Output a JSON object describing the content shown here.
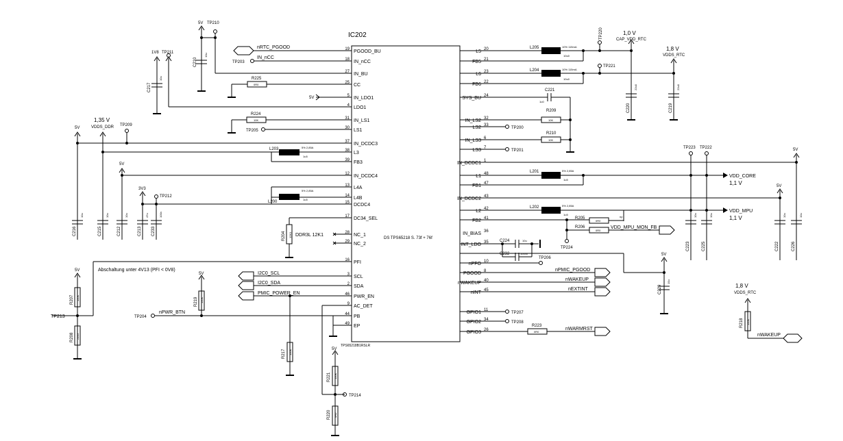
{
  "ic": {
    "ref": "IC202",
    "desc": "DS TPS65218 S. 73f + 76f",
    "part": "TPS65218B1RSLR",
    "left_pins": [
      {
        "num": "19",
        "name": "PGOOD_BU"
      },
      {
        "num": "18",
        "name": "IN_nCC"
      },
      {
        "num": "27",
        "name": "IN_BU"
      },
      {
        "num": "25",
        "name": "CC"
      },
      {
        "num": "5",
        "name": "IN_LDO1"
      },
      {
        "num": "4",
        "name": "LDO1"
      },
      {
        "num": "31",
        "name": "IN_LS1"
      },
      {
        "num": "30",
        "name": "LS1"
      },
      {
        "num": "37",
        "name": "IN_DCDC3"
      },
      {
        "num": "38",
        "name": "L3"
      },
      {
        "num": "39",
        "name": "FB3"
      },
      {
        "num": "12",
        "name": "IN_DCDC4"
      },
      {
        "num": "13",
        "name": "L4A"
      },
      {
        "num": "14",
        "name": "L4B"
      },
      {
        "num": "15",
        "name": "DCDC4"
      },
      {
        "num": "17",
        "name": "DC34_SEL"
      },
      {
        "num": "28",
        "name": "NC_1"
      },
      {
        "num": "29",
        "name": "NC_2"
      },
      {
        "num": "16",
        "name": "PFI"
      },
      {
        "num": "3",
        "name": "SCL"
      },
      {
        "num": "2",
        "name": "SDA"
      },
      {
        "num": "46",
        "name": "PWR_EN"
      },
      {
        "num": "9",
        "name": "AC_DET"
      },
      {
        "num": "44",
        "name": "PB"
      },
      {
        "num": "49",
        "name": "EP"
      }
    ],
    "right_pins": [
      {
        "num": "20",
        "name": "L5"
      },
      {
        "num": "21",
        "name": "FB5"
      },
      {
        "num": "23",
        "name": "L6"
      },
      {
        "num": "22",
        "name": "FB6"
      },
      {
        "num": "24",
        "name": "SYS_BU"
      },
      {
        "num": "32",
        "name": "IN_LS2"
      },
      {
        "num": "33",
        "name": "LS2"
      },
      {
        "num": "6",
        "name": "IN_LS3"
      },
      {
        "num": "7",
        "name": "LS3"
      },
      {
        "num": "1",
        "name": "IN_DCDC1"
      },
      {
        "num": "48",
        "name": "L1"
      },
      {
        "num": "47",
        "name": "FB1"
      },
      {
        "num": "43",
        "name": "IN_DCDC2"
      },
      {
        "num": "42",
        "name": "L2"
      },
      {
        "num": "41",
        "name": "FB2"
      },
      {
        "num": "36",
        "name": "IN_BIAS"
      },
      {
        "num": "35",
        "name": "INT_LDO"
      },
      {
        "num": "10",
        "name": "nPFO"
      },
      {
        "num": "8",
        "name": "PGOOD"
      },
      {
        "num": "40",
        "name": "nWAKEUP"
      },
      {
        "num": "45",
        "name": "nINT"
      },
      {
        "num": "11",
        "name": "GPIO1"
      },
      {
        "num": "34",
        "name": "GPIO2"
      },
      {
        "num": "26",
        "name": "GPIO3"
      }
    ]
  },
  "nets": {
    "nrtc_pgood": "nRTC_PGOOD",
    "in_ncc": "IN_nCC",
    "pwr_5v": "5V",
    "i2c_scl": "I2C0_SCL",
    "i2c_sda": "I2C0_SDA",
    "pmic_power_en": "PMIC_POWER_EN",
    "npwr_btn": "nPWR_BTN",
    "npmic_pgood": "nPMIC_PGOOD",
    "nwakeup": "nWAKEUP",
    "nextint": "nEXTINT",
    "nwarmrst": "nWARMRST",
    "vdd_core": "VDD_CORE",
    "vdd_mpu": "VDD_MPU",
    "vdd_mpu_mon_fb": "VDD_MPU_MON_FB",
    "cap_vdd_rtc": "CAP_VDD_RTC",
    "vdds_rtc": "VDDS_RTC",
    "vdds_ddr": "VDDS_DDR",
    "pwr_1v8": "1V8",
    "pwr_3v3": "3V3",
    "ddr3l": "DDR3L 12K1",
    "pfi_note": "Abschaltung unter 4V13 (PFI < 0V8)"
  },
  "voltages": {
    "cap_vdd_rtc": "1,0  V",
    "vdds_rtc": "1,8  V",
    "vdds_ddr": "1,35  V",
    "vdd_core": "1,1  V",
    "vdd_mpu": "1,1  V",
    "vdds_rtc2": "1,8  V"
  },
  "testpoints": {
    "tp210": "TP210",
    "tp211": "TP211",
    "tp203": "TP203",
    "tp205": "TP205",
    "tp209": "TP209",
    "tp212": "TP212",
    "tp213": "TP213",
    "tp204": "TP204",
    "tp214": "TP214",
    "tp220": "TP220",
    "tp221": "TP221",
    "tp200": "TP200",
    "tp201": "TP201",
    "tp223": "TP223",
    "tp222": "TP222",
    "tp224": "TP224",
    "tp206": "TP206",
    "tp207": "TP207",
    "tp208": "TP208"
  },
  "components": {
    "r225": {
      "ref": "R225",
      "val": "0R0"
    },
    "r224": {
      "ref": "R224",
      "val": "10K"
    },
    "r204": {
      "ref": "R204",
      "val": "12K1"
    },
    "r207": {
      "ref": "R207",
      "val": "100K"
    },
    "r208": {
      "ref": "R208",
      "val": "24K9"
    },
    "r219": {
      "ref": "R219",
      "val": "100K"
    },
    "r217": {
      "ref": "R217",
      "val": "100K"
    },
    "r221": {
      "ref": "R221",
      "val": "100K"
    },
    "r220": {
      "ref": "R220",
      "val": "0R0"
    },
    "r209": {
      "ref": "R209",
      "val": "10K"
    },
    "r210": {
      "ref": "R210",
      "val": "10K"
    },
    "r205": {
      "ref": "R205",
      "val": "0R0"
    },
    "r206": {
      "ref": "R206",
      "val": "0R0"
    },
    "r223": {
      "ref": "R223",
      "val": "0R0"
    },
    "r218": {
      "ref": "R218",
      "val": "100K"
    },
    "l205": {
      "ref": "L205",
      "val": "10u0",
      "spec": "10% 115mA"
    },
    "l204": {
      "ref": "L204",
      "val": "10u0",
      "spec": "10% 115mA"
    },
    "l203": {
      "ref": "L203",
      "val": "1u5",
      "spec": "5% 2,85A"
    },
    "l200": {
      "ref": "L200",
      "val": "1u5",
      "spec": "5% 2,85A"
    },
    "l201": {
      "ref": "L201",
      "val": "1u5",
      "spec": "5% 2,85A"
    },
    "l202": {
      "ref": "L202",
      "val": "1u5",
      "spec": "5% 2,85A"
    },
    "c210": {
      "ref": "C210",
      "val": "10u"
    },
    "c217": {
      "ref": "C217",
      "val": "10u"
    },
    "c216": {
      "ref": "C216",
      "val": "10u"
    },
    "c215": {
      "ref": "C215",
      "val": "10u"
    },
    "c212": {
      "ref": "C212",
      "val": "10u"
    },
    "c213": {
      "ref": "C213",
      "val": "47u"
    },
    "c233": {
      "ref": "C233",
      "val": "100n"
    },
    "c221": {
      "ref": "C221",
      "val": "1u0"
    },
    "c220": {
      "ref": "C220",
      "val": "22u0"
    },
    "c219": {
      "ref": "C219",
      "val": "22u0"
    },
    "c223": {
      "ref": "C223",
      "val": "10u"
    },
    "c225": {
      "ref": "C225",
      "val": "10u"
    },
    "c222": {
      "ref": "C222",
      "val": "10u"
    },
    "c226": {
      "ref": "C226",
      "val": "10u"
    },
    "c224": {
      "ref": "C224",
      "val": "10u"
    },
    "c232": {
      "ref": "C232",
      "val": "100n0"
    },
    "c229": {
      "ref": "C229",
      "val": "10u"
    },
    "np": "np"
  }
}
